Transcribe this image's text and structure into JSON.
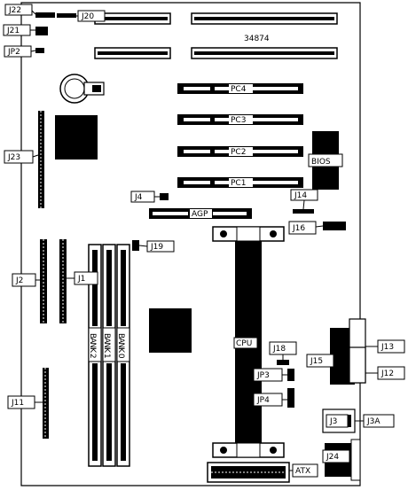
{
  "board": {
    "model_number": "34874"
  },
  "slots": {
    "pci": [
      "PC4",
      "PC3",
      "PC2",
      "PC1"
    ],
    "agp": "AGP",
    "memory_banks": [
      "BANK 2",
      "BANK 1",
      "BANK 0"
    ],
    "cpu": "CPU",
    "bios": "BIOS",
    "power": "ATX"
  },
  "connectors": {
    "j22": "J22",
    "j20": "J20",
    "j21": "J21",
    "jp2": "JP2",
    "j23": "J23",
    "j4": "J4",
    "j14": "J14",
    "j16": "J16",
    "j19": "J19",
    "j2": "J2",
    "j1": "J1",
    "j11": "J11",
    "j18": "J18",
    "jp3": "JP3",
    "jp4": "JP4",
    "j13": "J13",
    "j15": "J15",
    "j12": "J12",
    "j3": "J3",
    "j3a": "J3A",
    "j24": "J24"
  }
}
